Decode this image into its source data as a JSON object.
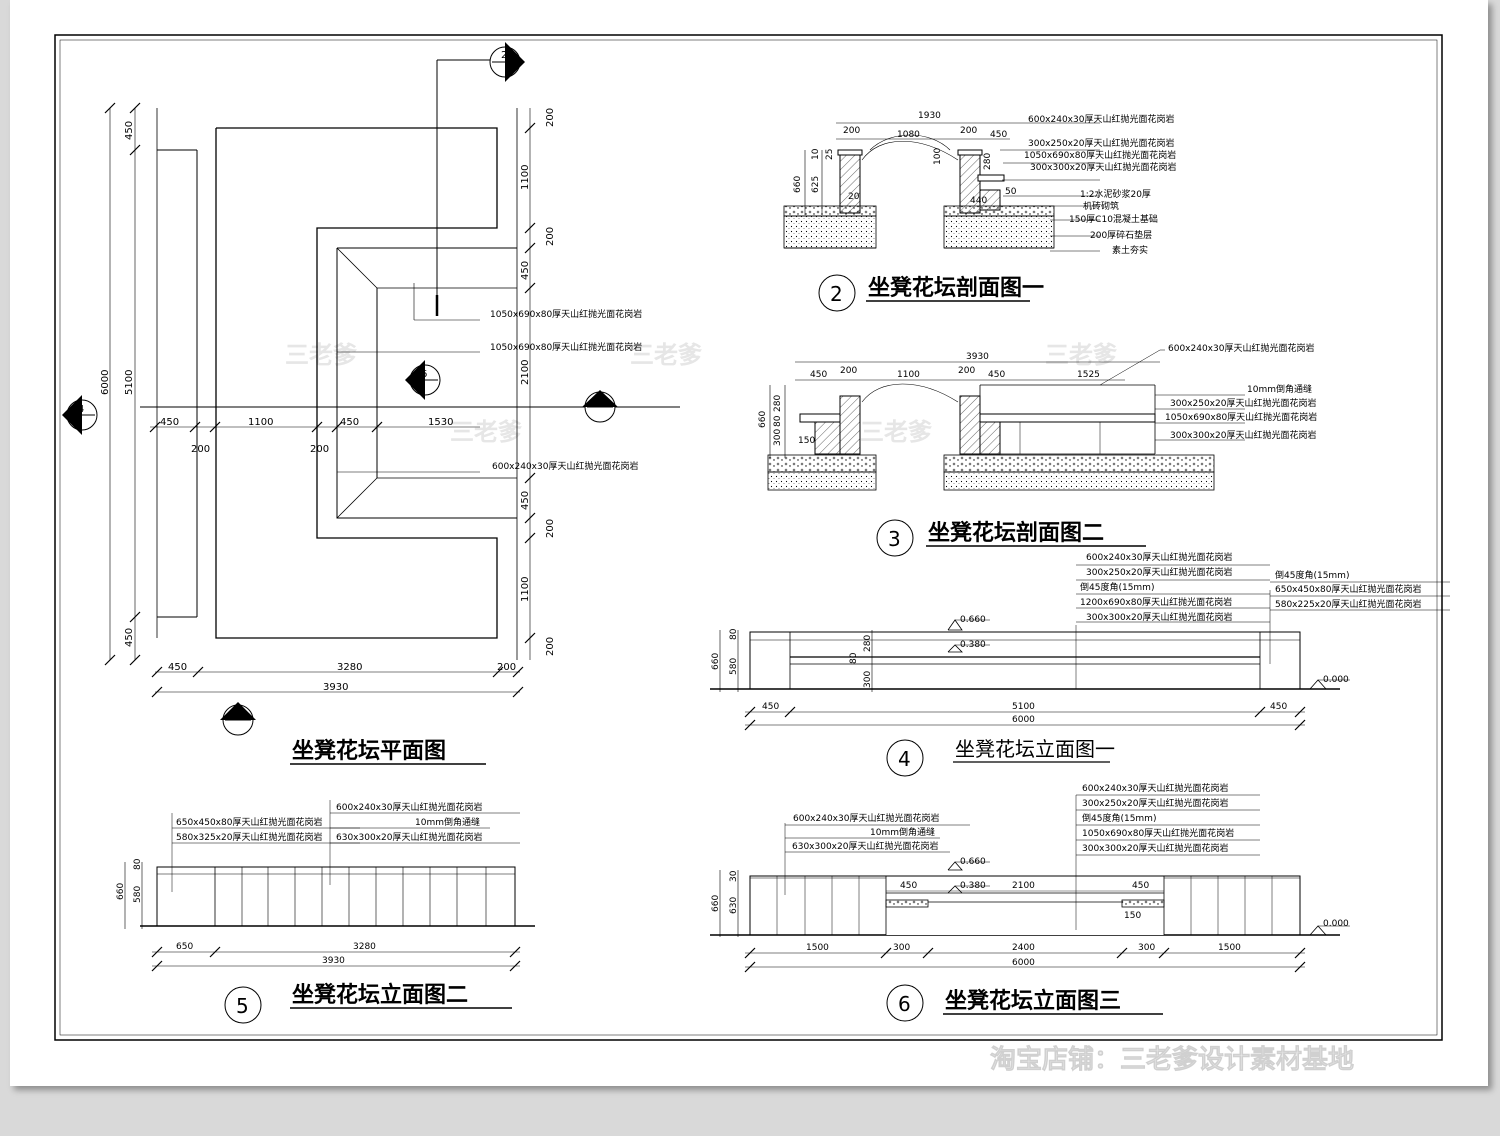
{
  "titles": {
    "plan": "坐凳花坛平面图",
    "sec1": "坐凳花坛剖面图一",
    "sec2": "坐凳花坛剖面图二",
    "elev1": "坐凳花坛立面图一",
    "elev2": "坐凳花坛立面图二",
    "elev3": "坐凳花坛立面图三"
  },
  "marks": {
    "m2": "2",
    "m3": "3",
    "m4": "4",
    "m5": "5",
    "m6": "6"
  },
  "watermark": {
    "shop": "淘宝店铺：三老爹设计素材基地",
    "ghost": "三老爹"
  },
  "plan": {
    "dims_right": [
      "200",
      "1100",
      "200",
      "450",
      "2100",
      "450",
      "200",
      "1100",
      "200"
    ],
    "dims_left": [
      "450",
      "5100",
      "450"
    ],
    "dim_total": "6000",
    "dims_mid": [
      "450",
      "1100",
      "450",
      "1530"
    ],
    "dims_mid2": [
      "200",
      "200"
    ],
    "dims_bottom": [
      "450",
      "3280",
      "200"
    ],
    "dim_bottom_total": "3930",
    "labels": [
      "1050x690x80厚天山红抛光面花岗岩",
      "1050x690x80厚天山红抛光面花岗岩",
      "600x240x30厚天山红抛光面花岗岩"
    ]
  },
  "sec1": {
    "dims": [
      "1930",
      "200",
      "1080",
      "200",
      "450",
      "660",
      "625",
      "10",
      "25",
      "100",
      "280",
      "20",
      "440",
      "50"
    ],
    "labels": [
      "600x240x30厚天山红抛光面花岗岩",
      "300x250x20厚天山红抛光面花岗岩",
      "1050x690x80厚天山红抛光面花岗岩",
      "300x300x20厚天山红抛光面花岗岩",
      "1:2水泥砂浆20厚",
      "机砖砌筑",
      "150厚C10混凝土基础",
      "200厚碎石垫层",
      "素土夯实"
    ]
  },
  "sec2": {
    "dims": [
      "3930",
      "450",
      "200",
      "1100",
      "200",
      "450",
      "1525",
      "660",
      "280",
      "80",
      "300",
      "150"
    ],
    "labels": [
      "600x240x30厚天山红抛光面花岗岩",
      "10mm倒角通缝",
      "300x250x20厚天山红抛光面花岗岩",
      "1050x690x80厚天山红抛光面花岗岩",
      "300x300x20厚天山红抛光面花岗岩"
    ]
  },
  "elev1": {
    "dims": [
      "450",
      "5100",
      "450",
      "6000",
      "660",
      "80",
      "580",
      "280",
      "80",
      "300"
    ],
    "levels": [
      "0.660",
      "0.380",
      "0.000"
    ],
    "labels": [
      "600x240x30厚天山红抛光面花岗岩",
      "300x250x20厚天山红抛光面花岗岩",
      "倒45度角(15mm)",
      "1200x690x80厚天山红抛光面花岗岩",
      "300x300x20厚天山红抛光面花岗岩",
      "倒45度角(15mm)",
      "650x450x80厚天山红抛光面花岗岩",
      "580x225x20厚天山红抛光面花岗岩"
    ]
  },
  "elev2": {
    "dims": [
      "650",
      "3280",
      "3930",
      "660",
      "80",
      "580"
    ],
    "labels": [
      "650x450x80厚天山红抛光面花岗岩",
      "580x325x20厚天山红抛光面花岗岩",
      "600x240x30厚天山红抛光面花岗岩",
      "10mm倒角通缝",
      "630x300x20厚天山红抛光面花岗岩"
    ]
  },
  "elev3": {
    "dims": [
      "450",
      "2100",
      "450",
      "150",
      "1500",
      "300",
      "2400",
      "300",
      "1500",
      "6000",
      "660",
      "30",
      "630"
    ],
    "levels": [
      "0.660",
      "0.380",
      "0.000"
    ],
    "labels": [
      "600x240x30厚天山红抛光面花岗岩",
      "10mm倒角通缝",
      "630x300x20厚天山红抛光面花岗岩",
      "600x240x30厚天山红抛光面花岗岩",
      "300x250x20厚天山红抛光面花岗岩",
      "倒45度角(15mm)",
      "1050x690x80厚天山红抛光面花岗岩",
      "300x300x20厚天山红抛光面花岗岩"
    ]
  }
}
